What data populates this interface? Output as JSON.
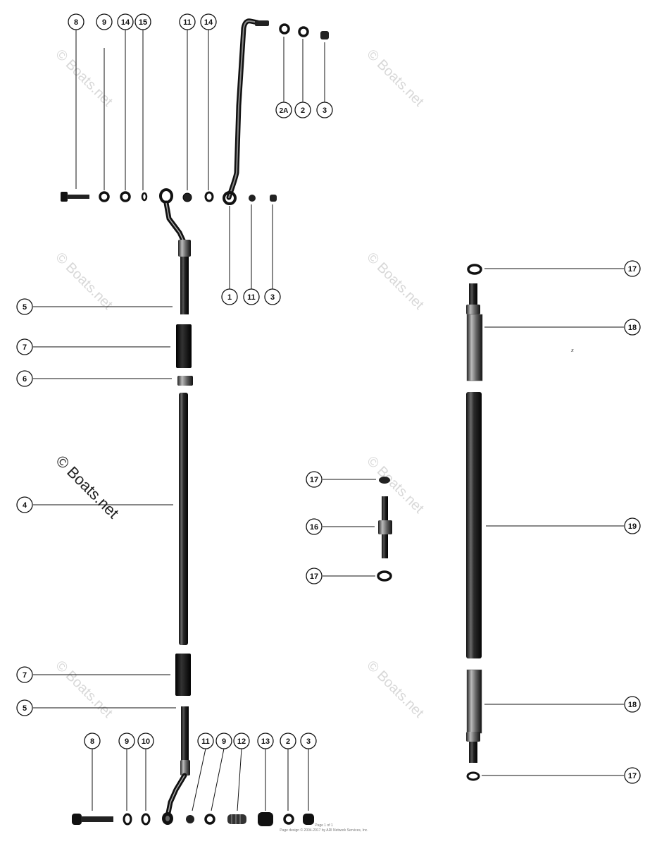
{
  "watermark": "© Boats.net",
  "footer": {
    "line1": "Page 1 of 1",
    "line2": "Page design © 2004-2017 by ARI Network Services, Inc."
  },
  "callouts": {
    "c8a": "8",
    "c9a": "9",
    "c14a": "14",
    "c15": "15",
    "c11a": "11",
    "c14b": "14",
    "c2A": "2A",
    "c2a": "2",
    "c3a": "3",
    "c1": "1",
    "c11b": "11",
    "c3b": "3",
    "c5a": "5",
    "c7a": "7",
    "c6": "6",
    "c4": "4",
    "c7b": "7",
    "c5b": "5",
    "c8b": "8",
    "c9b": "9",
    "c10": "10",
    "c11c": "11",
    "c9c": "9",
    "c12": "12",
    "c13": "13",
    "c2b": "2",
    "c3c": "3",
    "c17a": "17",
    "c16": "16",
    "c17b": "17",
    "c17c": "17",
    "c18a": "18",
    "c19": "19",
    "c18b": "18",
    "c17d": "17"
  },
  "stray_mark": "x"
}
